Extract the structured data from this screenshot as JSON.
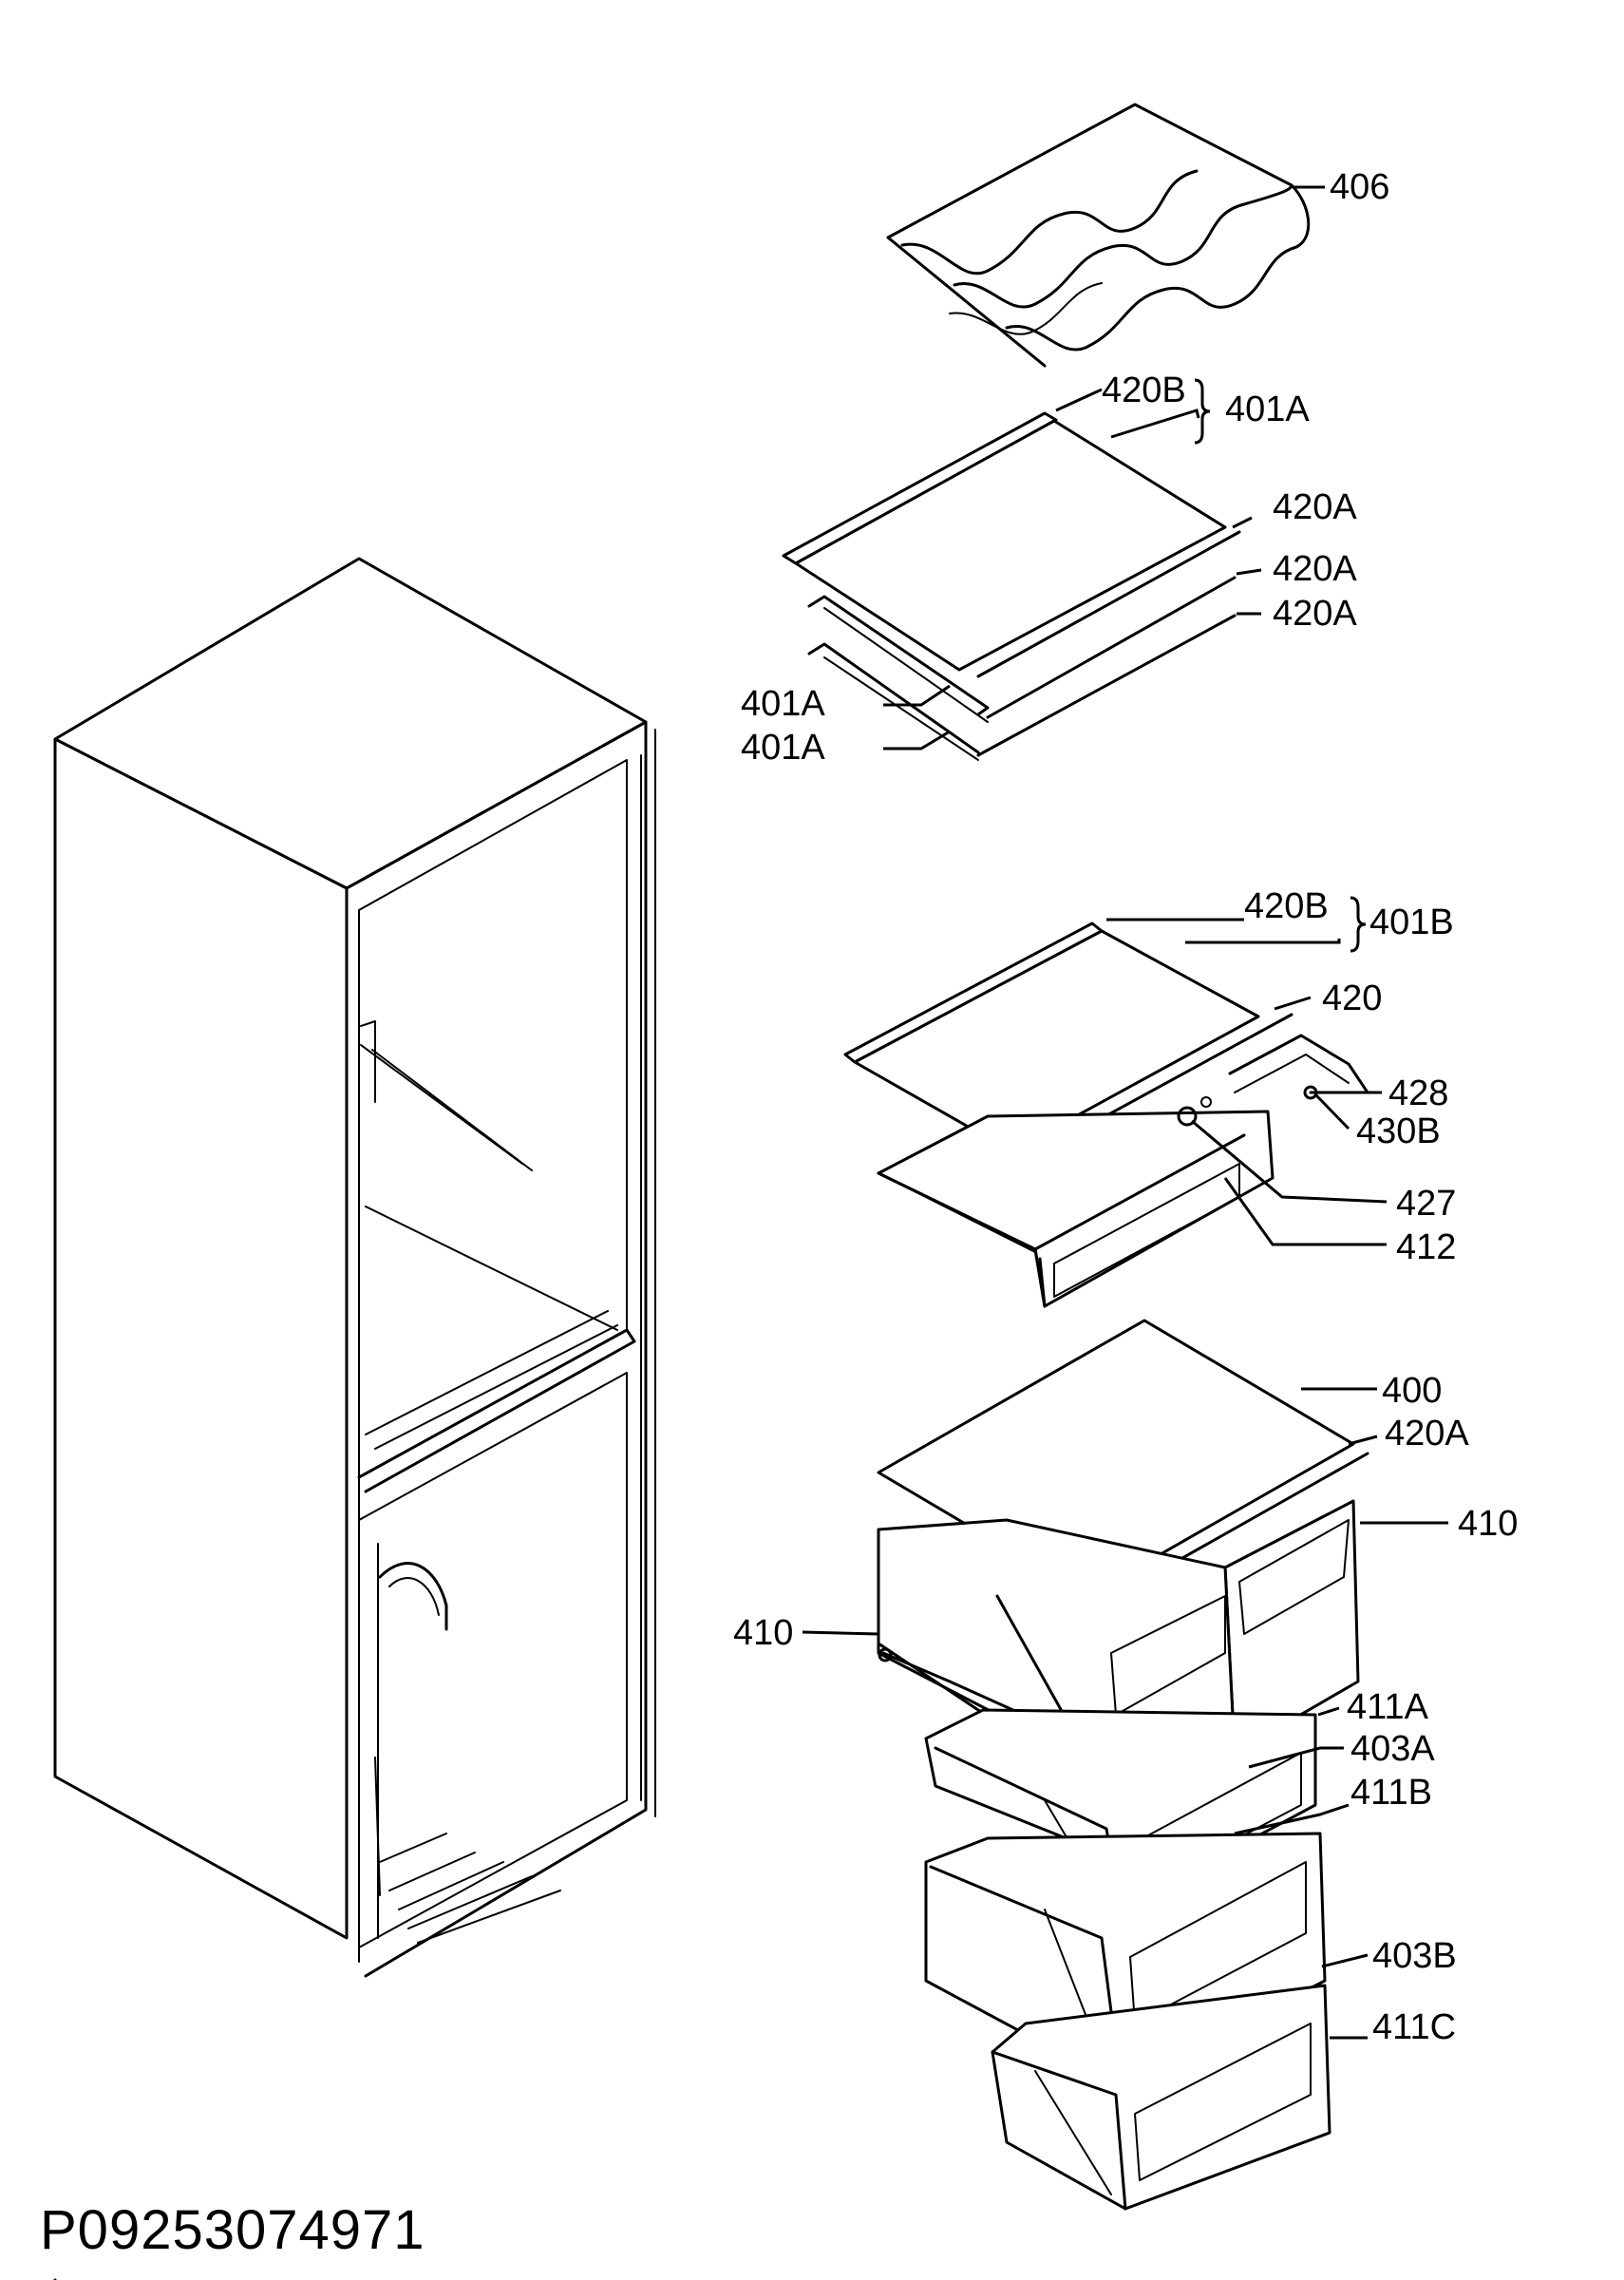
{
  "drawing_code": "P09253074971",
  "callouts": [
    {
      "key": "wine_rack",
      "label": "406"
    },
    {
      "key": "upper_shelf_trim_rear",
      "label": "420B"
    },
    {
      "key": "upper_shelf_group",
      "label": "401A"
    },
    {
      "key": "upper_shelf_trim_1",
      "label": "420A"
    },
    {
      "key": "upper_shelf_trim_2",
      "label": "420A"
    },
    {
      "key": "upper_shelf_trim_3",
      "label": "420A"
    },
    {
      "key": "upper_shelf_2",
      "label": "401A"
    },
    {
      "key": "upper_shelf_3",
      "label": "401A"
    },
    {
      "key": "mid_shelf_trim_rear",
      "label": "420B"
    },
    {
      "key": "mid_shelf_group",
      "label": "401B"
    },
    {
      "key": "mid_shelf_trim_front",
      "label": "420"
    },
    {
      "key": "drawer_rail",
      "label": "428"
    },
    {
      "key": "rail_clip",
      "label": "430B"
    },
    {
      "key": "drawer_knob",
      "label": "427"
    },
    {
      "key": "chiller_drawer",
      "label": "412"
    },
    {
      "key": "crisper_cover",
      "label": "400"
    },
    {
      "key": "crisper_cover_trim",
      "label": "420A"
    },
    {
      "key": "crisper_right",
      "label": "410"
    },
    {
      "key": "crisper_left",
      "label": "410"
    },
    {
      "key": "freezer_drawer_a",
      "label": "411A"
    },
    {
      "key": "freezer_flap_a",
      "label": "403A"
    },
    {
      "key": "freezer_drawer_b",
      "label": "411B"
    },
    {
      "key": "freezer_flap_b",
      "label": "403B"
    },
    {
      "key": "freezer_drawer_c",
      "label": "411C"
    }
  ]
}
